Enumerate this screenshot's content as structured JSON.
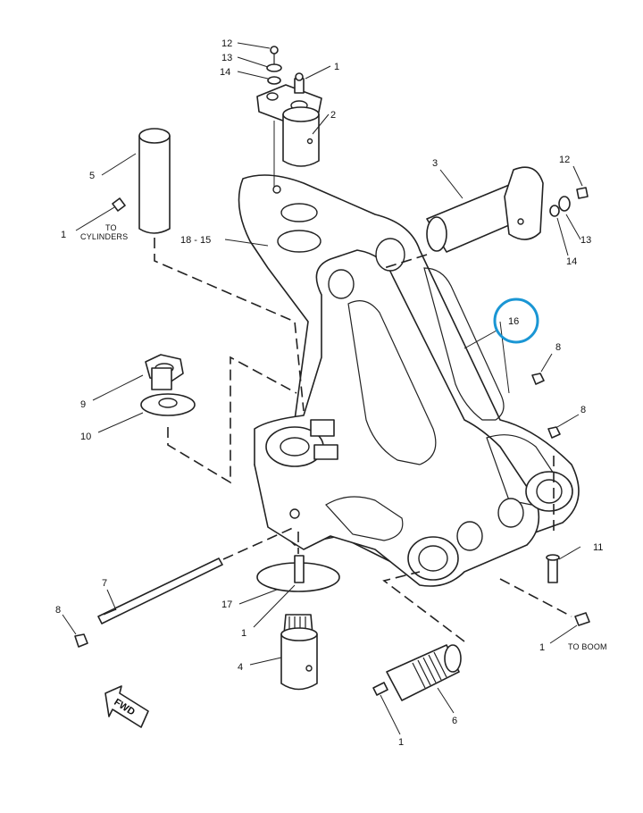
{
  "callouts": {
    "c1_top": "1",
    "c2": "2",
    "c3": "3",
    "c5": "5",
    "c1_cyl": "1",
    "c12_top": "12",
    "c13_top": "13",
    "c14_top": "14",
    "c18_15": "18 - 15",
    "c12_right": "12",
    "c13_right": "13",
    "c14_right": "14",
    "c16": "16",
    "c8_a": "8",
    "c8_b": "8",
    "c9": "9",
    "c10": "10",
    "c11": "11",
    "c7": "7",
    "c8_left": "8",
    "c17": "17",
    "c1_mid": "1",
    "c4": "4",
    "c6": "6",
    "c1_bottom": "1",
    "c1_boom": "1"
  },
  "notes": {
    "to_cylinders_line1": "TO",
    "to_cylinders_line2": "CYLINDERS",
    "to_boom": "TO BOOM",
    "fwd": "FWD"
  },
  "colors": {
    "highlight": "#1a96d4",
    "line": "#222222"
  }
}
